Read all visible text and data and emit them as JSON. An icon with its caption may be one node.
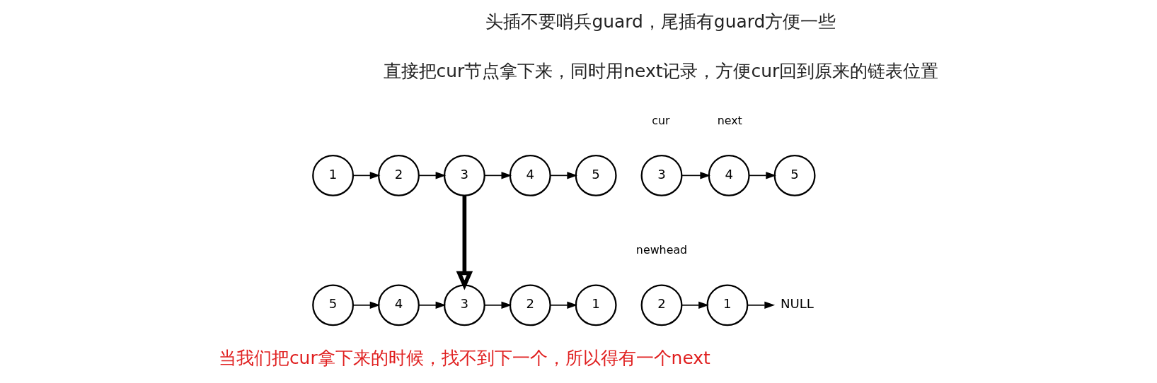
{
  "diagram": {
    "nodes": [
      {
        "text": [
          "1"
        ]
      },
      {
        "text": [
          "2"
        ]
      },
      {
        "text": [
          "3"
        ]
      },
      {
        "text": [
          "4"
        ]
      },
      {
        "text": [
          "5"
        ]
      },
      {
        "text": [
          "5"
        ]
      },
      {
        "text": [
          "4"
        ]
      },
      {
        "text": [
          "3"
        ]
      },
      {
        "text": [
          "2"
        ]
      },
      {
        "text": [
          "1"
        ]
      },
      {
        "text": [
          "3"
        ],
        "beside": [
          "cur"
        ]
      },
      {
        "text": [
          "4"
        ],
        "beside": [
          "next"
        ]
      },
      {
        "text": [
          "5"
        ]
      },
      {
        "text": [
          "2"
        ],
        "beside": [
          "newhead"
        ]
      },
      {
        "text": [
          "1"
        ]
      },
      {
        "text": [
          "NULL"
        ]
      }
    ],
    "edges": [
      {
        "from": 0,
        "to": 1,
        "arrow": "to"
      },
      {
        "from": 1,
        "to": 2,
        "arrow": "to"
      },
      {
        "from": 2,
        "to": 3,
        "arrow": "to"
      },
      {
        "from": 3,
        "to": 4,
        "arrow": "to"
      },
      {
        "from": 2,
        "to": 7,
        "arrow": "to",
        "style": "thick"
      },
      {
        "from": 5,
        "to": 6,
        "arrow": "to"
      },
      {
        "from": 6,
        "to": 7,
        "arrow": "to"
      },
      {
        "from": 7,
        "to": 8,
        "arrow": "to"
      },
      {
        "from": 8,
        "to": 9,
        "arrow": "to"
      },
      {
        "from": 10,
        "to": 11,
        "arrow": "to"
      },
      {
        "from": 11,
        "to": 12,
        "arrow": "to"
      },
      {
        "from": 13,
        "to": 14,
        "arrow": "to"
      },
      {
        "from": 14,
        "to": 15,
        "arrow": "to"
      }
    ],
    "labels": [
      "头插不要哨兵guard，尾插有guard方便一些",
      "直接把cur节点拿下来，同时用next记录，方便cur回到原来的链表位置",
      "当我们把cur拿下来的时候，找不到下一个，所以得有一个next"
    ]
  }
}
